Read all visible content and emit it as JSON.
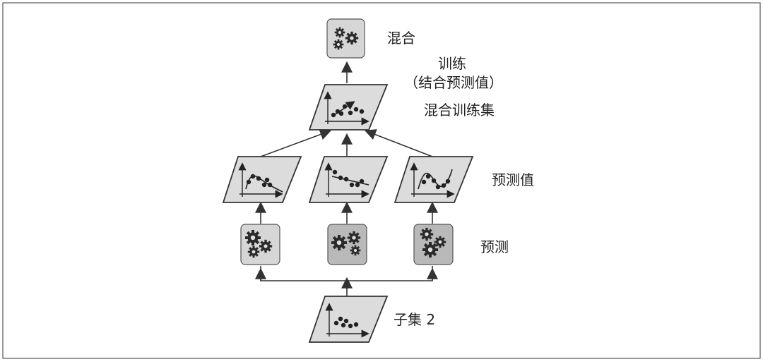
{
  "labels": {
    "blender": "混合",
    "train_line1": "训练",
    "train_line2": "（结合预测值）",
    "blend_set": "混合训练集",
    "predictions": "预测值",
    "predict": "预测",
    "subset": "子集 2"
  },
  "icons": {
    "gear": "gear-icon",
    "scatter": "scatter-plot-icon"
  },
  "colors": {
    "frame": "#555555",
    "box_fill": "#d6d6d6",
    "box_fill_dark": "#b9b9b9",
    "plot_fill": "#dcdcdc",
    "stroke": "#333333",
    "gear": "#2a2a2a"
  }
}
